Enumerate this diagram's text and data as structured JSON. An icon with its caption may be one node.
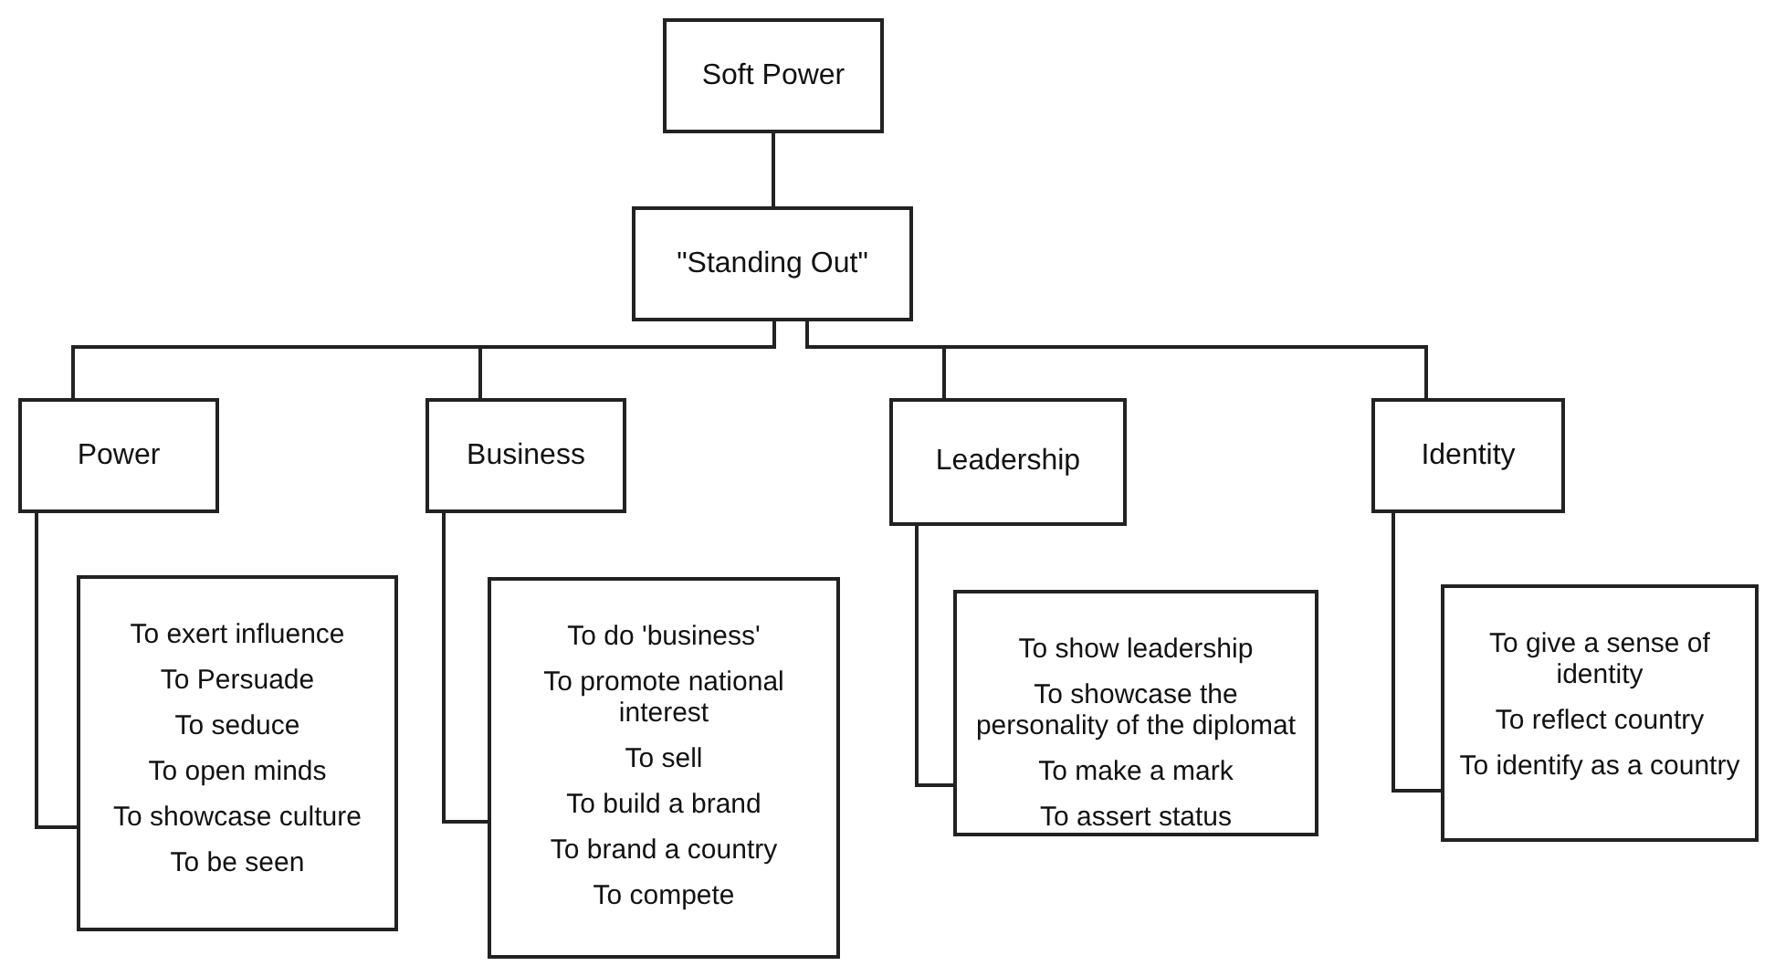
{
  "diagram": {
    "nodes": [
      {
        "text": [
          "Soft Power"
        ]
      },
      {
        "text": [
          "\"Standing Out\""
        ]
      },
      {
        "text": [
          "Power"
        ]
      },
      {
        "text": [
          "Business"
        ]
      },
      {
        "text": [
          "Leadership"
        ]
      },
      {
        "text": [
          "Identity"
        ]
      },
      {
        "text": [
          "To exert influence",
          "To Persuade",
          "To seduce",
          "To open minds",
          "To showcase culture",
          "To be seen"
        ]
      },
      {
        "text": [
          "To do 'business'",
          "To promote national interest",
          "To sell",
          "To build a brand",
          "To brand a country",
          "To compete"
        ]
      },
      {
        "text": [
          "To show leadership",
          "To showcase the personality of the diplomat",
          "To make a mark",
          "To assert status"
        ]
      },
      {
        "text": [
          "To give a sense of identity",
          "To reflect country",
          "To identify as a country"
        ]
      }
    ],
    "edges": [
      {
        "from": 0,
        "to": 1,
        "arrow": "none"
      },
      {
        "from": 1,
        "to": 2,
        "arrow": "none"
      },
      {
        "from": 1,
        "to": 3,
        "arrow": "none"
      },
      {
        "from": 1,
        "to": 4,
        "arrow": "none"
      },
      {
        "from": 1,
        "to": 5,
        "arrow": "none"
      },
      {
        "from": 2,
        "to": 6,
        "arrow": "none"
      },
      {
        "from": 3,
        "to": 7,
        "arrow": "none"
      },
      {
        "from": 4,
        "to": 8,
        "arrow": "none"
      },
      {
        "from": 5,
        "to": 9,
        "arrow": "none"
      }
    ]
  }
}
